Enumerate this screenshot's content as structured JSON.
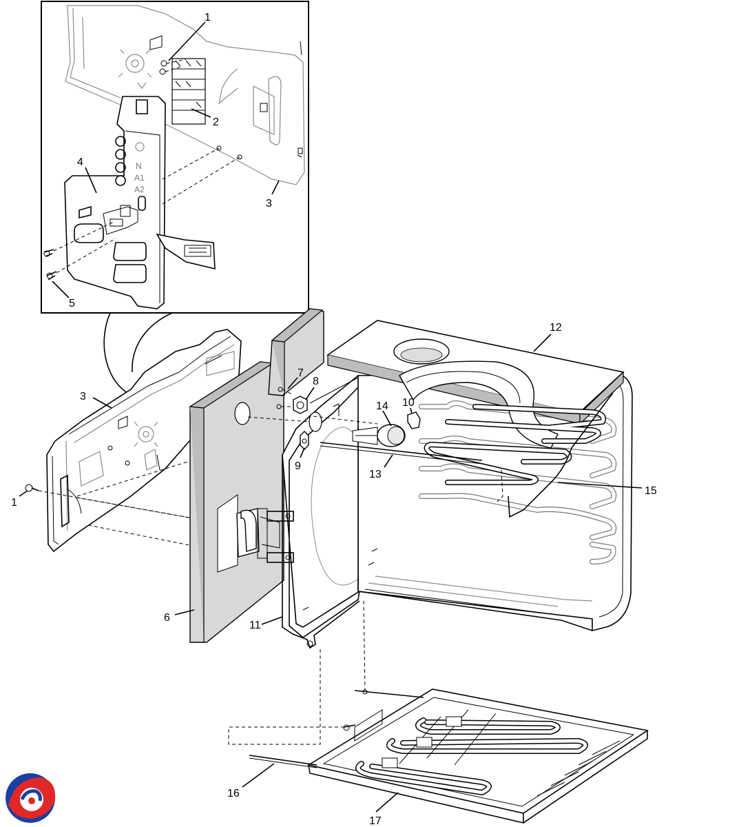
{
  "figure": "oven cavity exploded parts diagram",
  "inset": {
    "background": "#ffffff",
    "border": "#000000"
  },
  "inset_letters": [
    "N",
    "A1",
    "A2"
  ],
  "callouts": [
    {
      "id": "1",
      "label": "1"
    },
    {
      "id": "2",
      "label": "2"
    },
    {
      "id": "3",
      "label": "3"
    },
    {
      "id": "4",
      "label": "4"
    },
    {
      "id": "5",
      "label": "5"
    },
    {
      "id": "3b",
      "label": "3"
    },
    {
      "id": "1b",
      "label": "1"
    },
    {
      "id": "6",
      "label": "6"
    },
    {
      "id": "7",
      "label": "7"
    },
    {
      "id": "8",
      "label": "8"
    },
    {
      "id": "9",
      "label": "9"
    },
    {
      "id": "10",
      "label": "10"
    },
    {
      "id": "11",
      "label": "11"
    },
    {
      "id": "12",
      "label": "12"
    },
    {
      "id": "13",
      "label": "13"
    },
    {
      "id": "14",
      "label": "14"
    },
    {
      "id": "15",
      "label": "15"
    },
    {
      "id": "16",
      "label": "16"
    },
    {
      "id": "17",
      "label": "17"
    }
  ],
  "logo": {
    "colors": [
      "#1a3fa0",
      "#e02828"
    ]
  }
}
